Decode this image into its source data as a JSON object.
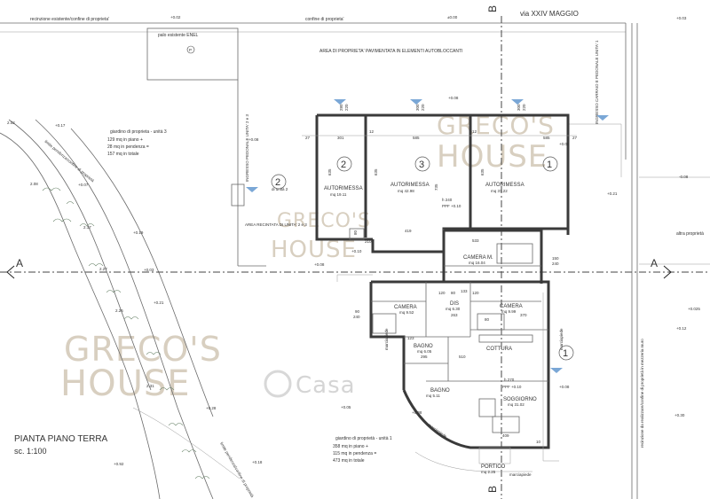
{
  "top_labels": {
    "fence_existing": "recinzione esistente/confine di proprieta'",
    "property_line": "confine di proprieta'",
    "street": "via XXIV MAGGIO",
    "enel_pole": "palo esistente ENEL",
    "parking_symbol": "P",
    "paved_area": "AREA DI PROPRIETA' PAVIMENTATA IN ELEMENTI AUTOBLOCCANTI",
    "vehicle_entrance": "INGRESSO CARRAIO E PEDONALE UNITA' 1",
    "pedestrian_entrance": "INGRESSO PEDONALE UNITA' 2 e 3",
    "fenced_area": "AREA RECINTATA DI UNITA' 2 e 3",
    "unit_2_ref": "di unità 2",
    "altra_proprieta": "altra proprietà",
    "right_fence": "recinzione da realizzare/confine di proprietà in mezzeria muro"
  },
  "gardens": {
    "unit3_title": "giardino di proprieta - unità 3",
    "unit3_l1": "129 mq in piano +",
    "unit3_l2": "28 mq in pendenza =",
    "unit3_l3": "157 mq in totale",
    "unit1_title": "giardino di proprietà - unità 1",
    "unit1_l1": "358 mq in piano +",
    "unit1_l2": "115 mq in pendenza =",
    "unit1_l3": "473 mq in totale",
    "slope_top": "limite pendenza/confine di proprietà",
    "slope_bottom": "limite pendenza/confine di proprietà",
    "marciapiede": "marciapiede"
  },
  "units": {
    "u1": "1",
    "u2": "2",
    "u3": "3",
    "u2_small": "2",
    "u1_house": "1"
  },
  "garages": {
    "label": "AUTORIMESSA",
    "g2_area": "mq 19.11",
    "g3_area": "mq 42.98",
    "g1_area": "mq 37.22"
  },
  "rooms": {
    "camera_m": "CAMERA M.",
    "camera_m_area": "mq 16.04",
    "camera_a": "CAMERA",
    "camera_a_area": "mq 9.52",
    "dis": "DIS",
    "dis_area": "mq 6.30",
    "camera_b": "CAMERA",
    "camera_b_area": "mq 9.99",
    "bagno1": "BAGNO",
    "bagno1_area": "mq 6.05",
    "bagno2": "BAGNO",
    "bagno2_area": "mq 5.11",
    "cottura": "COTTURA",
    "soggiorno": "SOGGIORNO",
    "soggiorno_area": "mq 31.02",
    "portico": "PORTICO",
    "portico_area": "mq 2.25"
  },
  "levels": {
    "top_left": "+0.02",
    "top_mid": "±0.00",
    "top_right": "+0.03",
    "l_017": "+0.17",
    "l_008a": "+0.08",
    "l_008b": "+0.08",
    "l_007": "+0.07",
    "l_019": "+0.19",
    "l_003": "+0.03",
    "l_021": "+0.21",
    "l_021b": "+0.21",
    "l_010": "+0.10",
    "l_008c": "+0.08",
    "l_008d": "+0.08",
    "l_008e": "+0.08",
    "l_0025": "+0.025",
    "l_012": "+0.12",
    "l_030": "+0.30",
    "l_028": "+0.28",
    "l_005": "+0.05",
    "l_018": "+0.18",
    "l_092": "+0.92",
    "l_202": "2.02",
    "l_208": "2.08",
    "l_217": "2.17",
    "l_227": "2.27",
    "l_226": "2.26",
    "l_231": "2.31",
    "l_neg008": "-0.08",
    "l_008f": "+0.08",
    "h240": "h 240",
    "ppf010": "PPF +0.10",
    "h270": "h 270",
    "ppf010b": "PPF +0.10"
  },
  "dims": {
    "d301": "301",
    "d12a": "12",
    "d585a": "585",
    "d12b": "12",
    "d585b": "585",
    "d27a": "27",
    "d27b": "27",
    "d635a": "635",
    "d635b": "635",
    "d635c": "635",
    "d280a": "280",
    "d220a": "220",
    "d300a": "300",
    "d220b": "220",
    "d300b": "300",
    "d220c": "220",
    "d419": "419",
    "d210a": "210",
    "d80a": "80",
    "d735": "735",
    "d533": "533",
    "d150": "150",
    "d240": "240",
    "d120a": "120",
    "d80b": "80",
    "d133": "133",
    "d120b": "120",
    "d80c": "80",
    "d263": "263",
    "d370": "370",
    "d90a": "90",
    "d240b": "240",
    "d123": "123",
    "d295": "295",
    "d510": "510",
    "d409": "409",
    "d10": "10"
  },
  "section": {
    "a_left": "A",
    "a_right": "A",
    "b_top": "B",
    "b_bottom": "B"
  },
  "watermark": {
    "brand_top": "GRECO'S",
    "brand_sub": "HOUSE",
    "brand_mid": "GRECO'S",
    "brand_mid_sub": "HOUSE",
    "brand_left": "GRECO'S",
    "brand_left_sub": "HOUSE",
    "casa": "Casa"
  },
  "title": {
    "main": "PIANTA PIANO TERRA",
    "scale": "sc. 1:100"
  },
  "colors": {
    "wall": "#3a3a3a",
    "watermark": "#d8cfc0",
    "marker": "#7aa7d6"
  }
}
